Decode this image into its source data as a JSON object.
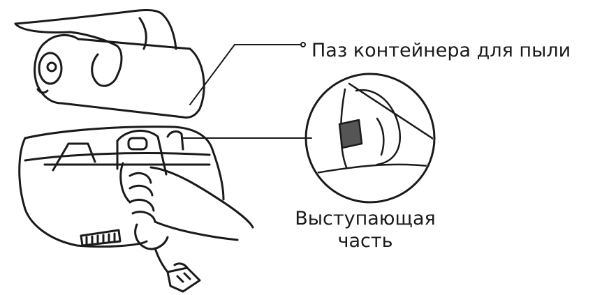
{
  "labels": {
    "dust_container_slot": "Паз контейнера для пыли",
    "protrusion_line1": "Выступающая",
    "protrusion_line2": "часть"
  },
  "colors": {
    "ink": "#1a1a1a",
    "background": "#ffffff",
    "callout_shade": "#555555"
  },
  "icons": {
    "main": "vacuum-dustbin-docking-illustration",
    "detail": "magnified-protrusion-detail"
  }
}
